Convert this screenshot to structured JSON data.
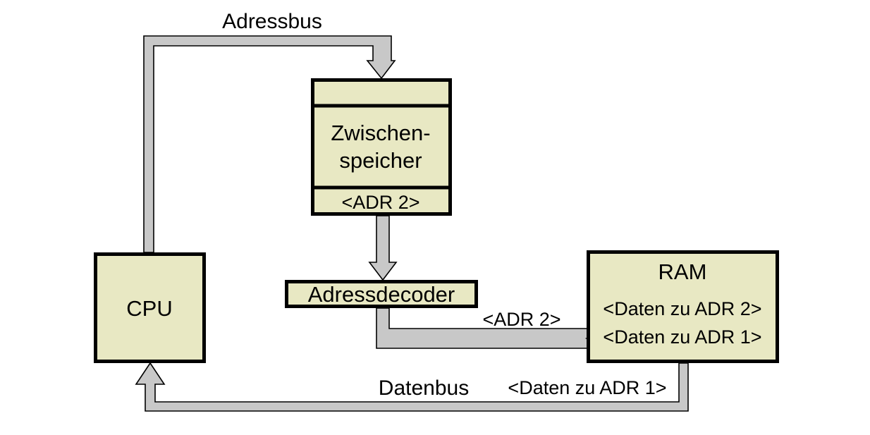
{
  "diagram": {
    "title_text": "Adressbus",
    "colors": {
      "box_fill": "#e8e8c3",
      "bus_fill": "#c8c8c8",
      "outline": "#000000",
      "background": "#ffffff"
    },
    "boxes": [
      {
        "id": "cpu",
        "label": "CPU",
        "sections": [
          "CPU"
        ]
      },
      {
        "id": "zwischenspeicher",
        "label": "Zwischenspeicher",
        "sections": [
          "",
          "Zwischen-speicher",
          "<ADR 2>"
        ],
        "line1": "Zwischen-",
        "line2": "speicher",
        "value": "<ADR 2>"
      },
      {
        "id": "adressdecoder",
        "label": "Adressdecoder"
      },
      {
        "id": "ram",
        "label": "RAM",
        "row1": "<Daten zu ADR 2>",
        "row2": "<Daten zu ADR 1>"
      }
    ],
    "buses": [
      {
        "id": "adressbus",
        "label": "Adressbus",
        "from": "cpu",
        "to": "zwischenspeicher",
        "direction": "down"
      },
      {
        "id": "zwischenspeicher-to-adressdecoder",
        "label": "",
        "from": "zwischenspeicher",
        "to": "adressdecoder",
        "direction": "down"
      },
      {
        "id": "adressdecoder-to-ram",
        "label": "<ADR 2>",
        "from": "adressdecoder",
        "to": "ram",
        "direction": "right"
      },
      {
        "id": "datenbus",
        "label": "Datenbus",
        "payload": "<Daten zu ADR 1>",
        "from": "ram",
        "to": "cpu",
        "direction": "left-up"
      }
    ]
  }
}
